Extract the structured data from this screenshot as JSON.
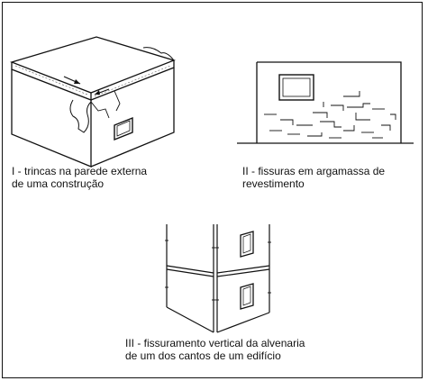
{
  "figure": {
    "panels": [
      {
        "id": "I",
        "caption_line1": "I - trincas na parede externa",
        "caption_line2": "de uma construção"
      },
      {
        "id": "II",
        "caption_line1": "II - fissuras em argamassa de",
        "caption_line2": "revestimento"
      },
      {
        "id": "III",
        "caption_line1": "III - fissuramento vertical da alvenaria",
        "caption_line2": "de um dos cantos de um edifício"
      }
    ]
  }
}
